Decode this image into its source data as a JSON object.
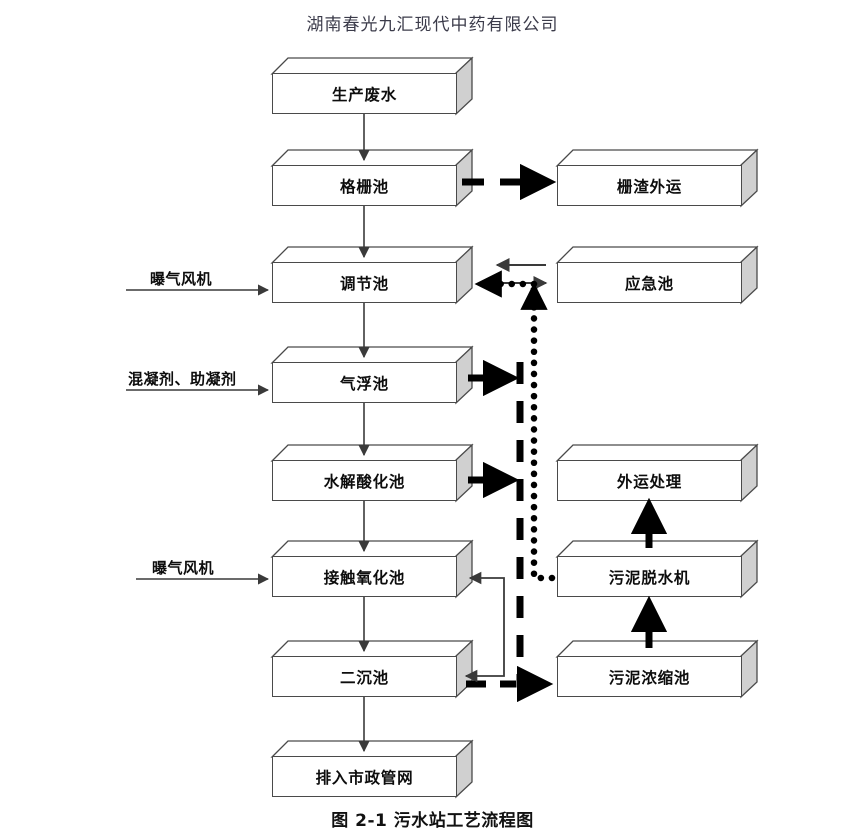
{
  "document": {
    "title": "湖南春光九汇现代中药有限公司",
    "caption": "图 2-1 污水站工艺流程图"
  },
  "colors": {
    "box_face": "#ffffff",
    "box_shade": "#d0d0d0",
    "box_stroke": "#4a4a4a",
    "arrow_thin": "#3a3a3a",
    "arrow_thick": "#000000",
    "title_text": "#3b3b4a",
    "label_text": "#0d0d0d"
  },
  "flow": {
    "main_column": [
      {
        "id": "n1",
        "label": "生产废水"
      },
      {
        "id": "n2",
        "label": "格栅池"
      },
      {
        "id": "n3",
        "label": "调节池"
      },
      {
        "id": "n4",
        "label": "气浮池"
      },
      {
        "id": "n5",
        "label": "水解酸化池"
      },
      {
        "id": "n6",
        "label": "接触氧化池"
      },
      {
        "id": "n7",
        "label": "二沉池"
      },
      {
        "id": "n8",
        "label": "排入市政管网"
      }
    ],
    "side_column": [
      {
        "id": "s1",
        "label": "栅渣外运"
      },
      {
        "id": "s2",
        "label": "应急池"
      },
      {
        "id": "s3",
        "label": "外运处理"
      },
      {
        "id": "s4",
        "label": "污泥脱水机"
      },
      {
        "id": "s5",
        "label": "污泥浓缩池"
      }
    ],
    "inputs": [
      {
        "id": "i1",
        "label": "曝气风机",
        "target": "调节池"
      },
      {
        "id": "i2",
        "label": "混凝剂、助凝剂",
        "target": "气浮池"
      },
      {
        "id": "i3",
        "label": "曝气风机",
        "target": "接触氧化池"
      }
    ],
    "edges": [
      {
        "from": "生产废水",
        "to": "格栅池",
        "style": "solid-thin"
      },
      {
        "from": "格栅池",
        "to": "栅渣外运",
        "style": "dashed-thick"
      },
      {
        "from": "格栅池",
        "to": "调节池",
        "style": "solid-thin"
      },
      {
        "from": "调节池",
        "to": "应急池",
        "style": "solid-thin-bidirectional"
      },
      {
        "from": "调节池",
        "to": "气浮池",
        "style": "solid-thin"
      },
      {
        "from": "气浮池",
        "to": "污泥管线",
        "style": "dashed-thick"
      },
      {
        "from": "气浮池",
        "to": "水解酸化池",
        "style": "solid-thin"
      },
      {
        "from": "水解酸化池",
        "to": "污泥管线",
        "style": "dashed-thick"
      },
      {
        "from": "水解酸化池",
        "to": "接触氧化池",
        "style": "solid-thin"
      },
      {
        "from": "接触氧化池",
        "to": "二沉池",
        "style": "solid-thin"
      },
      {
        "from": "二沉池",
        "to": "接触氧化池",
        "style": "solid-thin-return"
      },
      {
        "from": "二沉池",
        "to": "污泥浓缩池",
        "style": "dashed-thick"
      },
      {
        "from": "二沉池",
        "to": "排入市政管网",
        "style": "solid-thin"
      },
      {
        "from": "污泥浓缩池",
        "to": "污泥脱水机",
        "style": "solid-thick"
      },
      {
        "from": "污泥脱水机",
        "to": "回流管线",
        "style": "dashed-thick"
      },
      {
        "from": "污泥脱水机",
        "to": "外运处理",
        "style": "solid-thick"
      },
      {
        "from": "回流管线",
        "to": "调节池",
        "style": "dotted-thick"
      }
    ]
  }
}
